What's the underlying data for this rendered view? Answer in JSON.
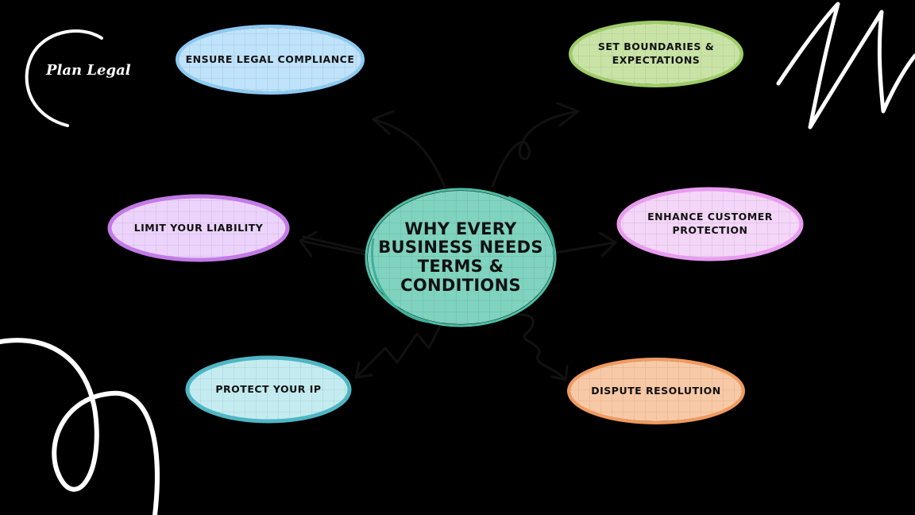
{
  "center": {
    "line1": "WHY EVERY",
    "line2": "BUSINESS NEEDS",
    "line3": "TERMS &",
    "line4": "CONDITIONS",
    "color": "#7fd3bf"
  },
  "nodes": {
    "legal": {
      "label": "Ensure Legal Compliance",
      "color": "#bfe3fb",
      "stroke": "#8ccaf3"
    },
    "boundaries": {
      "line1": "Set Boundaries &",
      "line2": "Expectations",
      "color": "#c9e3a6",
      "stroke": "#9ccd66"
    },
    "liability": {
      "label": "Limit Your Liability",
      "color": "#ecd3fb",
      "stroke": "#c37ae6"
    },
    "customer": {
      "line1": "Enhance Customer",
      "line2": "Protection",
      "color": "#f4d6f8",
      "stroke": "#e89cf0"
    },
    "ip": {
      "label": "Protect Your IP",
      "color": "#c4ecf0",
      "stroke": "#4fb6c4"
    },
    "dispute": {
      "label": "Dispute Resolution",
      "color": "#f8c9a6",
      "stroke": "#f09a60"
    }
  },
  "logo": {
    "text": "Plan Legal"
  }
}
